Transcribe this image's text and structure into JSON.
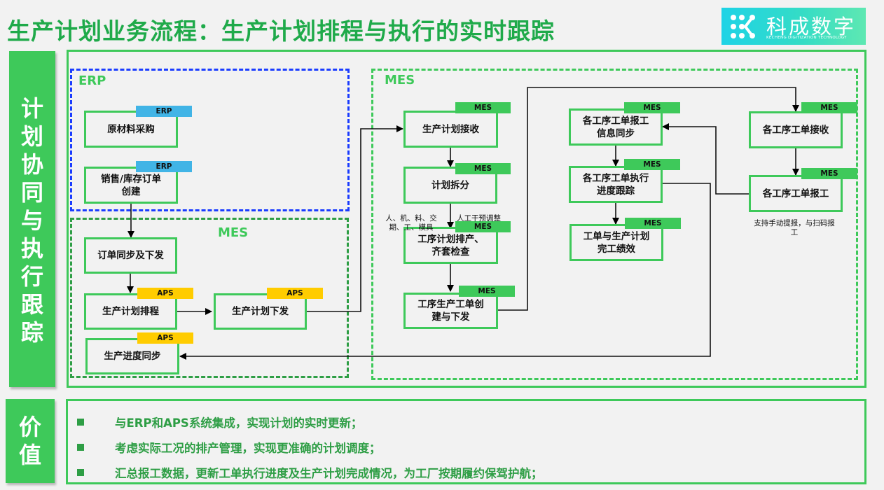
{
  "header": {
    "title": "生产计划业务流程：生产计划排程与执行的实时跟踪",
    "logo": {
      "icon": "keecheng-logo-icon",
      "name_cn": "科成数字",
      "name_en": "KECHENG DIGITIZATION TECHNOLOGY"
    }
  },
  "side_labels": {
    "top": [
      "计",
      "划",
      "协",
      "同",
      "与",
      "执",
      "行",
      "跟",
      "踪"
    ],
    "bottom": [
      "价",
      "值"
    ]
  },
  "zones": {
    "erp": "ERP",
    "mes_left": "MES",
    "mes_right": "MES"
  },
  "colors": {
    "primary_green": "#3ec95a",
    "dark_green": "#2e9e45",
    "title_green": "#1faa4a",
    "erp_blue": "#1a3cff",
    "erp_badge": "#41b4e6",
    "aps_badge": "#ffcc00"
  },
  "nodes": {
    "raw_material_purchase": {
      "label": "原材料采购",
      "badge": "ERP"
    },
    "sales_order_create": {
      "label": "销售/库存订单\n创建",
      "badge": "ERP"
    },
    "order_sync": {
      "label": "订单同步及下发",
      "badge": ""
    },
    "plan_scheduling": {
      "label": "生产计划排程",
      "badge": "APS"
    },
    "plan_release": {
      "label": "生产计划下发",
      "badge": "APS"
    },
    "progress_sync": {
      "label": "生产进度同步",
      "badge": "APS"
    },
    "plan_receive": {
      "label": "生产计划接收",
      "badge": "MES"
    },
    "plan_split": {
      "label": "计划拆分",
      "badge": "MES"
    },
    "process_schedule": {
      "label": "工序计划排产、\n齐套检查",
      "badge": "MES"
    },
    "work_order_create": {
      "label": "工序生产工单创\n建与下发",
      "badge": "MES"
    },
    "report_sync": {
      "label": "各工序工单报工\n信息同步",
      "badge": "MES"
    },
    "exec_tracking": {
      "label": "各工序工单执行\n进度跟踪",
      "badge": "MES"
    },
    "performance": {
      "label": "工单与生产计划\n完工绩效",
      "badge": "MES"
    },
    "wo_receive": {
      "label": "各工序工单接收",
      "badge": "MES"
    },
    "wo_report": {
      "label": "各工序工单报工",
      "badge": "MES"
    }
  },
  "notes": {
    "resources": "人、机、料、交\n期、工、模具",
    "manual_adjust": "人工干预调整",
    "report_support": "支持手动提报，与扫码报\n工"
  },
  "values": [
    "与ERP和APS系统集成，实现计划的实时更新；",
    "考虑实际工况的排产管理，实现更准确的计划调度；",
    "汇总报工数据，更新工单执行进度及生产计划完成情况，为工厂按期履约保驾护航；"
  ]
}
